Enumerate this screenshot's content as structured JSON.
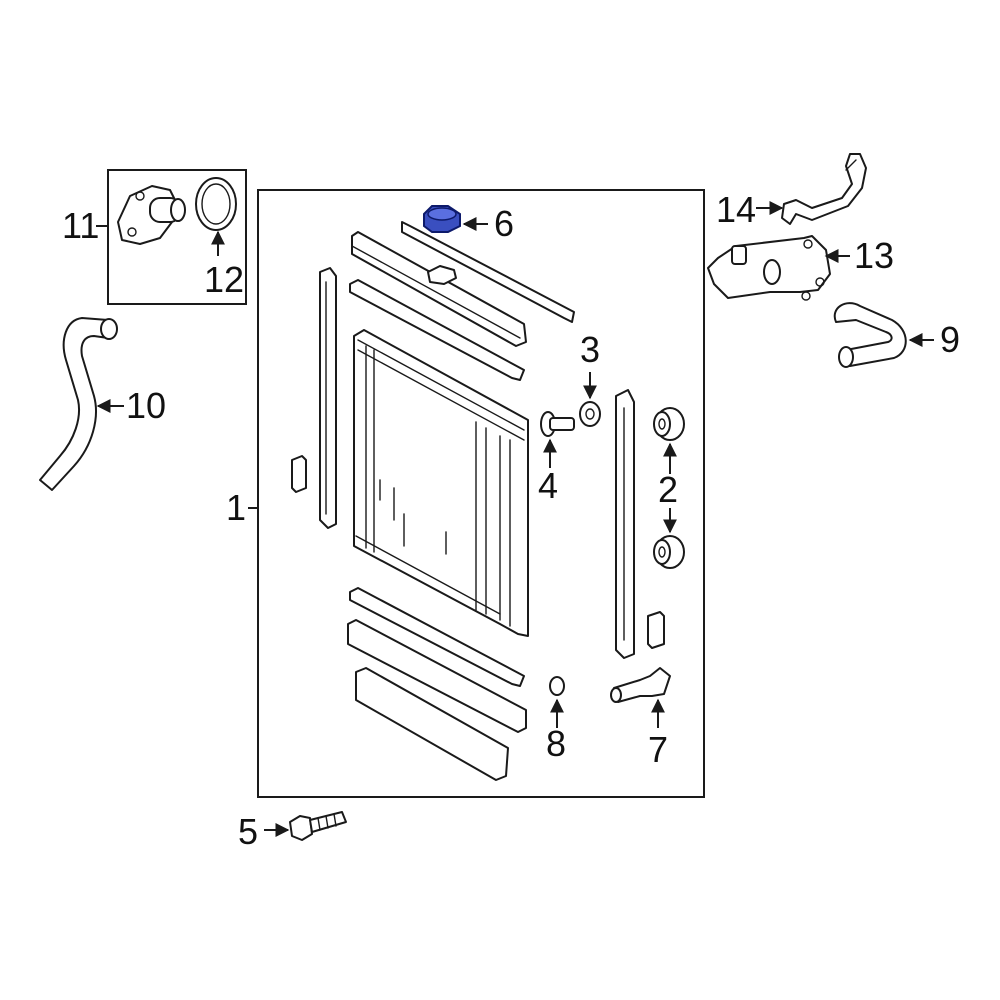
{
  "callouts": [
    {
      "id": "1",
      "text": "1"
    },
    {
      "id": "2",
      "text": "2"
    },
    {
      "id": "3",
      "text": "3"
    },
    {
      "id": "4",
      "text": "4"
    },
    {
      "id": "5",
      "text": "5"
    },
    {
      "id": "6",
      "text": "6"
    },
    {
      "id": "7",
      "text": "7"
    },
    {
      "id": "8",
      "text": "8"
    },
    {
      "id": "9",
      "text": "9"
    },
    {
      "id": "10",
      "text": "10"
    },
    {
      "id": "11",
      "text": "11"
    },
    {
      "id": "12",
      "text": "12"
    },
    {
      "id": "13",
      "text": "13"
    },
    {
      "id": "14",
      "text": "14"
    }
  ],
  "highlight": {
    "part": "6",
    "color": "#3a4fc0",
    "outline": "#0d1a6b"
  },
  "colors": {
    "line": "#1a1a1a",
    "background": "#ffffff"
  }
}
